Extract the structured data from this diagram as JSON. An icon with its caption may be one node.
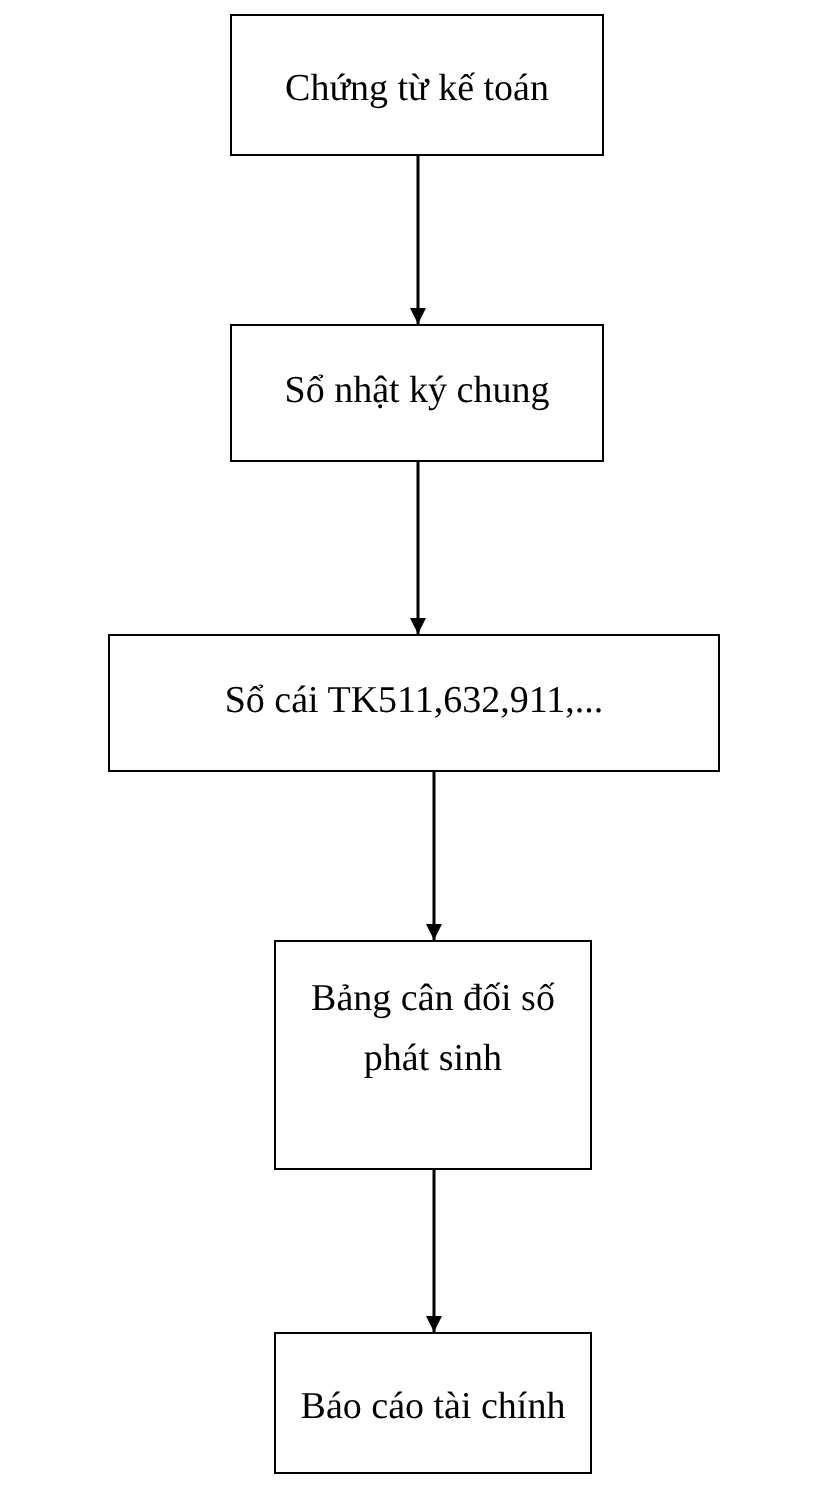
{
  "diagram": {
    "nodes": [
      {
        "text": [
          "Chứng từ kế toán"
        ]
      },
      {
        "text": [
          "Sổ nhật ký chung"
        ]
      },
      {
        "text": [
          "Sổ cái TK511,632,911,..."
        ]
      },
      {
        "text": [
          "Bảng cân đối số phát sinh"
        ]
      },
      {
        "text": [
          "Báo cáo tài chính"
        ]
      }
    ],
    "edges": [
      {
        "from": 0,
        "to": 1,
        "arrow": "to"
      },
      {
        "from": 1,
        "to": 2,
        "arrow": "to"
      },
      {
        "from": 2,
        "to": 3,
        "arrow": "to"
      },
      {
        "from": 3,
        "to": 4,
        "arrow": "to"
      }
    ]
  }
}
